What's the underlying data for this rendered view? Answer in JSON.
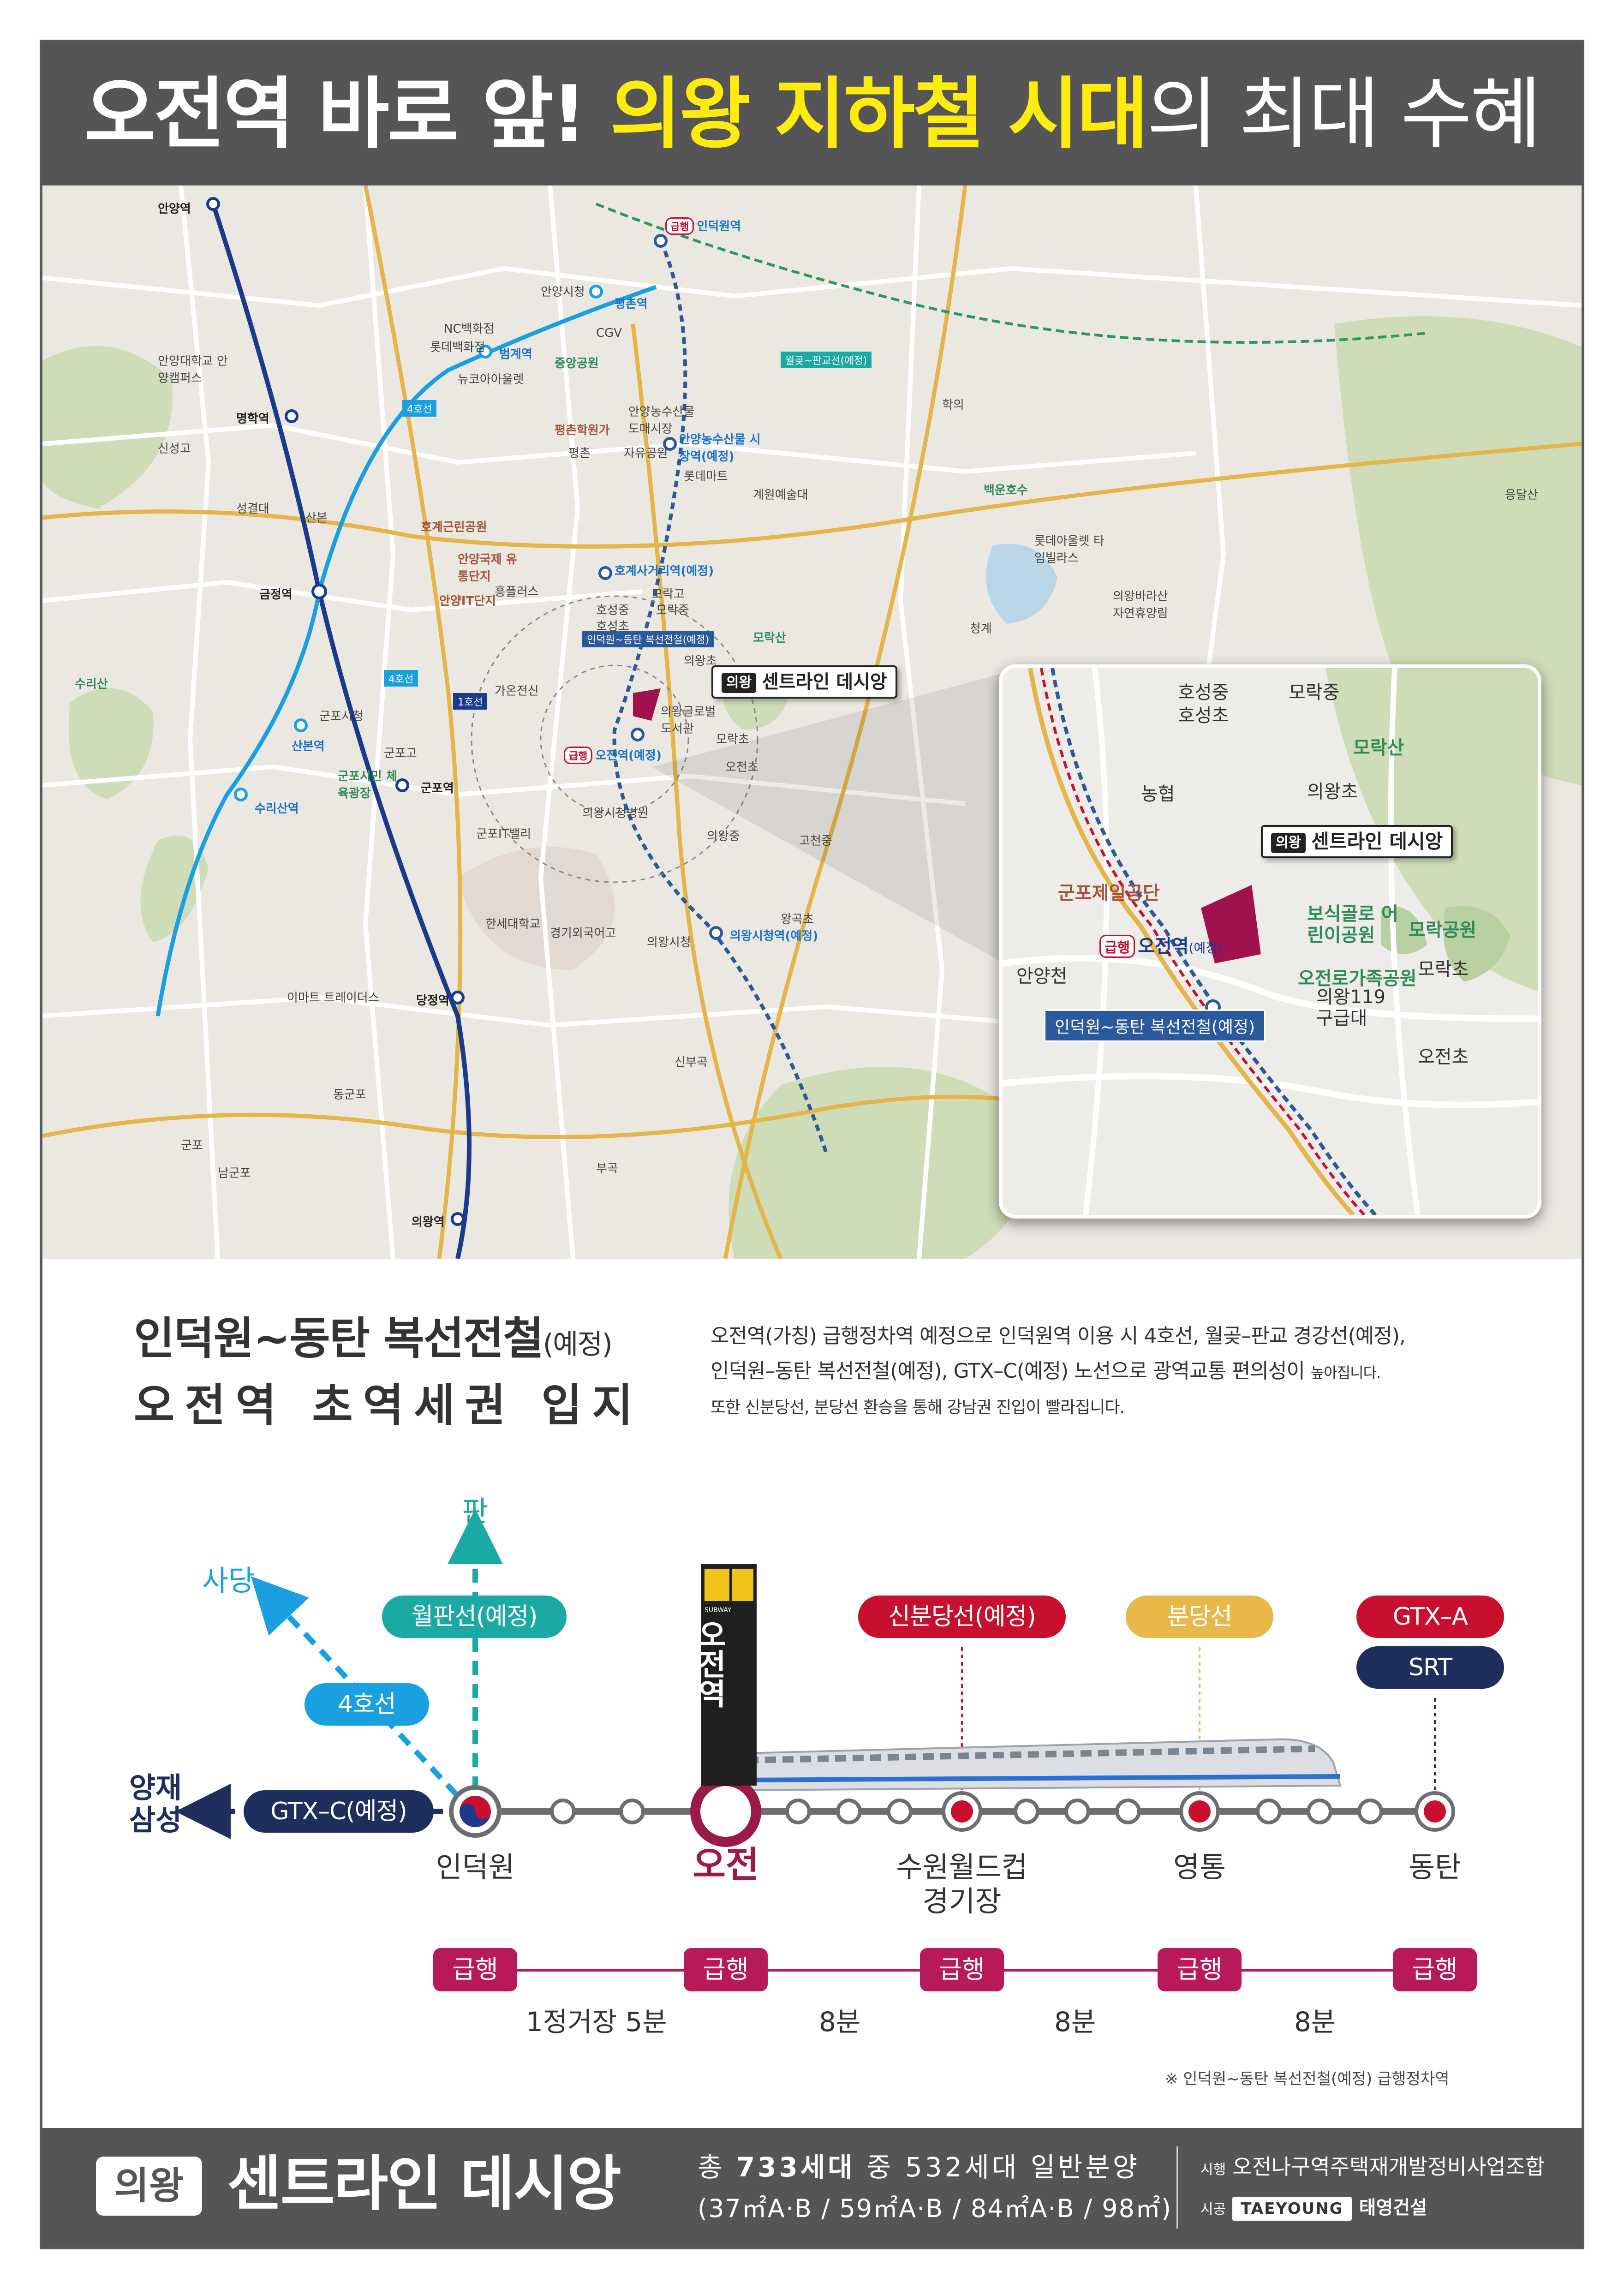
{
  "header": {
    "part1": "오전역 바로 앞! ",
    "part2": "의왕 지하철 시대",
    "part3": "의 최대 수혜지!"
  },
  "map": {
    "stations": [
      "안양역",
      "명학역",
      "금정역",
      "군포역",
      "당정역",
      "의왕역",
      "산본역",
      "수리산역",
      "범계역",
      "평촌역",
      "인덕원역",
      "안양농수산물 시장역(예정)",
      "호계사거리역(예정)",
      "오전역(예정)",
      "의왕시청역(예정)"
    ],
    "places": [
      "안양시청",
      "NC백화점",
      "롯데백화점",
      "CGV",
      "중앙공원",
      "뉴코아아울렛",
      "안양대학교 안양캠퍼스",
      "신성고",
      "성결대",
      "산본",
      "호계근린공원",
      "안양국제 유통단지",
      "안양IT단지",
      "흥플러스",
      "수리산",
      "군포시청",
      "군포고",
      "군포시민 체육광장",
      "가온전신",
      "군포IT밸리",
      "한세대학교",
      "경기외국어고",
      "이마트 트레이더스",
      "동군포",
      "군포",
      "남군포",
      "부곡",
      "신부곡",
      "평촌학원가",
      "자유공원",
      "평촌",
      "롯데마트",
      "계원예술대",
      "안양농수산물 도매시장",
      "호성중",
      "호성초",
      "모락고",
      "모락중",
      "모락산",
      "의왕초",
      "의왕글로벌 도서관",
      "모락초",
      "오전초",
      "의왕시청",
      "의왕중",
      "고천중",
      "왕곡초",
      "청계",
      "학의",
      "백운호수",
      "롯데아울렛 타임빌라스",
      "의왕바라산 자연휴양림",
      "응달산",
      "의왕시청병원"
    ],
    "line_tags": [
      "4호선",
      "1호선",
      "월곶~판교선(예정)",
      "인덕원~동탄 복선전철(예정)"
    ],
    "express_badge": "급행",
    "callout": {
      "tag": "의왕",
      "name": "센트라인 데시앙"
    }
  },
  "inset": {
    "places": [
      "호성중",
      "호성초",
      "모락중",
      "모락산",
      "농협",
      "의왕초",
      "군포제일공단",
      "보식골로 어린이공원",
      "모락공원",
      "모락초",
      "오전로가족공원",
      "의왕119 구급대",
      "오전초",
      "안양천"
    ],
    "station": "오전역",
    "station_suffix": "(예정)",
    "line_label": "인덕원~동탄 복선전철(예정)",
    "callout": {
      "tag": "의왕",
      "name": "센트라인 데시앙"
    }
  },
  "section": {
    "title_line1": "인덕원~동탄 복선전철",
    "title_line1_suffix": "(예정)",
    "title_line2": "오전역 초역세권 입지",
    "desc_line1": "오전역(가칭) 급행정차역 예정으로 인덕원역 이용 시 4호선, 월곶–판교 경강선(예정),",
    "desc_line2": "인덕원–동탄 복선전철(예정), GTX–C(예정) 노선으로 광역교통 편의성이",
    "desc_line2_small": "높아집니다.",
    "desc_line3": "또한 신분당선, 분당선 환승을 통해 강남권 진입이 빨라집니다."
  },
  "diagram": {
    "dest_pangyo": "판교",
    "dest_sadang": "사당",
    "dest_yangjae": "양재",
    "dest_samseong": "삼성",
    "pill_wolpan": "월판선(예정)",
    "pill_line4": "4호선",
    "pill_gtxc": "GTX–C(예정)",
    "pill_sinbundang": "신분당선(예정)",
    "pill_bundang": "분당선",
    "pill_gtxa": "GTX–A",
    "pill_srt": "SRT",
    "colors": {
      "wolpan": "#1ba9a3",
      "line4": "#1aa0e0",
      "gtxc": "#1e2f5e",
      "sinbundang": "#c8102e",
      "bundang": "#e8b84a",
      "gtxa": "#c8102e",
      "srt": "#1e2f5e",
      "express": "#b8195a",
      "track": "#6d6e71"
    },
    "sign_subway": "SUBWAY",
    "sign_name": "오전역",
    "stations": [
      {
        "name": "인덕원"
      },
      {
        "name": "오전"
      },
      {
        "name": "수원월드컵",
        "name2": "경기장"
      },
      {
        "name": "영통"
      },
      {
        "name": "동탄"
      }
    ],
    "express_label": "급행",
    "times": [
      "1정거장 5분",
      "8분",
      "8분",
      "8분"
    ],
    "note": "※ 인덕원~동탄 복선전철(예정) 급행정차역"
  },
  "footer": {
    "badge": "의왕",
    "name": "센트라인 데시앙",
    "units_prefix": "총 ",
    "units_total": "733세대",
    "units_mid": " 중 532세대 일반분양",
    "unit_types": "(37㎡A·B / 59㎡A·B / 84㎡A·B / 98㎡)",
    "developer_label": "시행",
    "developer": "오전나구역주택재개발정비사업조합",
    "builder_label": "시공",
    "builder_logo": "TAEYOUNG",
    "builder": "태영건설"
  }
}
